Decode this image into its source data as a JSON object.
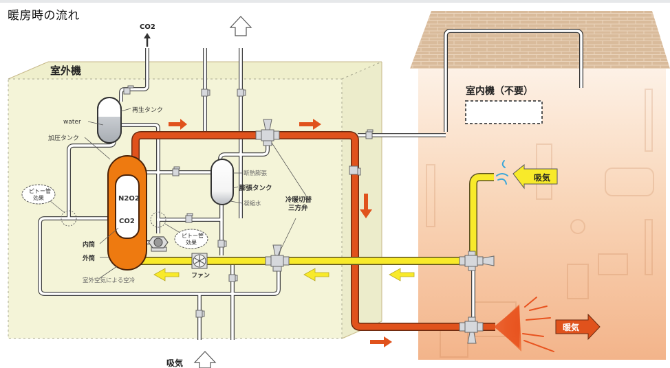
{
  "title": "暖房時の流れ",
  "outdoor_unit": {
    "label": "室外機",
    "co2_exhaust": "CO2",
    "regen_tank": "再生タンク",
    "water": "water",
    "pressure_tank": "加圧タンク",
    "pitot_effect_1": [
      "ピトー管",
      "効果"
    ],
    "pitot_effect_2": [
      "ピトー管",
      "効果"
    ],
    "inner_gas_top": "N2O2",
    "inner_gas_bottom": "CO2",
    "inner_cylinder": "内筒",
    "outer_cylinder": "外筒",
    "air_cooling": "室外空気による空冷",
    "fan": "ファン",
    "adiabatic_expansion": "断熱膨張",
    "expansion_tank": "膨張タンク",
    "condensate": "凝縮水",
    "three_way_valve": [
      "冷暖切替",
      "三方弁"
    ],
    "intake_bottom": "吸気"
  },
  "indoor": {
    "indoor_unit": "室内機（不要）",
    "intake": "吸気",
    "warm_air": "暖気"
  },
  "colors": {
    "hot_pipe": "#e0521c",
    "cool_pipe": "#f8ea2a",
    "tank_orange": "#ee7a10",
    "unit_bg": "#f4f4d8",
    "house_bg": "#f7c9a6",
    "roof": "#d9bb9b"
  }
}
